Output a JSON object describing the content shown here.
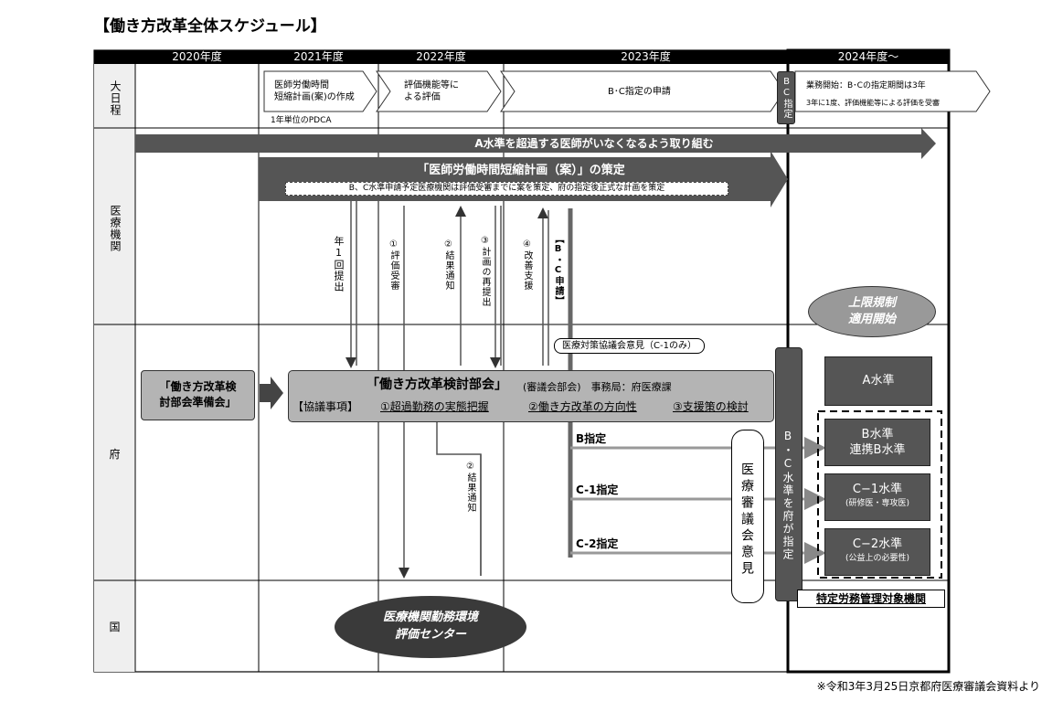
{
  "title": "【働き方改革全体スケジュール】",
  "years": [
    "2020年度",
    "2021年度",
    "2022年度",
    "2023年度",
    "2024年度〜"
  ],
  "rows": {
    "schedule": "大日程",
    "hospitals": "医療機関",
    "prefecture": "府",
    "nation": "国"
  },
  "schedule": {
    "step1": "医師労働時間\n短縮計画(案)の作成",
    "step2": "評価機能等に\nよる評価",
    "step3": "B･C指定の申請",
    "step4_line1": "業務開始：B･Cの指定期間は3年",
    "step4_line2": "3年に1度、評価機能等による評価を受審",
    "bc_designation": "BC指定",
    "pdca": "1年単位のPDCA"
  },
  "hospital": {
    "arrow_main": "A水準を超過する医師がいなくなるよう取り組む",
    "arrow_plan_title": "「医師労働時間短縮計画（案）」の策定",
    "arrow_plan_sub": "B、C水準申請予定医療機関は評価受審までに案を策定、府の指定後正式な計画を策定",
    "flow_annual": "年1回提出",
    "flow_1": "①評価受審",
    "flow_2": "②結果通知",
    "flow_3": "③計画の再提出",
    "flow_4": "④改善支援",
    "bc_apply": "【B・C申請】",
    "upper_limit": "上限規制\n適用開始"
  },
  "pref": {
    "prep_council": "「働き方改革検\n討部会準備会」",
    "council_title": "「働き方改革検討部会」",
    "council_title_suffix": "(審議会部会)　事務局：府医療課",
    "council_topics_prefix": "【協議事項】",
    "topic1": "①超過勤務の実態把握",
    "topic2": "②働き方改革の方向性",
    "topic3": "③支援策の検討",
    "council_opinion": "医療対策協議会意見（C-1のみ）",
    "b_designation": "B指定",
    "c1_designation": "C-1指定",
    "c2_designation": "C-2指定",
    "flow_2_result": "②結果通知",
    "medical_council_opinion": "医療審議会意見",
    "pref_designates": "B・C水準を府が指定",
    "level_a": "A水準",
    "level_b": "B水準\n連携B水準",
    "level_c1": "C−1水準",
    "level_c1_sub": "(研修医・専攻医)",
    "level_c2": "C−2水準",
    "level_c2_sub": "(公益上の必要性)",
    "specific_institution": "特定労務管理対象機関"
  },
  "nation": {
    "evaluation_center": "医療機関勤務環境\n評価センター"
  },
  "footnote": "※令和3年3月25日京都府医療審議会資料より"
}
